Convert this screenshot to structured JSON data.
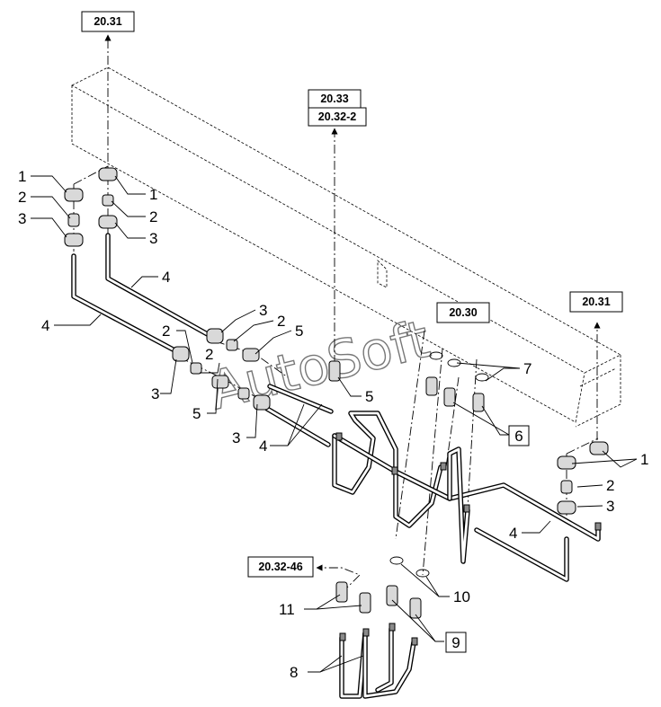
{
  "watermark": "AutoSoft",
  "references": {
    "top_left": "20.31",
    "center_a": "20.33",
    "center_b": "20.32-2",
    "middle": "20.30",
    "right": "20.31",
    "bottom": "20.32-46"
  },
  "callouts": {
    "l1": "1",
    "l2": "2",
    "l3": "3",
    "r1": "1",
    "r2": "2",
    "r3": "3",
    "pipe4_left": "4",
    "pipe4_top": "4",
    "c3_top": "3",
    "c2_top": "2",
    "c5_top": "5",
    "c2_mid": "2",
    "c3_mid": "3",
    "c5_mid": "5",
    "c2_low": "2",
    "c5_low": "5",
    "c3_low": "3",
    "pipe4_low": "4",
    "c7": "7",
    "c6": "6",
    "rr1": "1",
    "rr2": "2",
    "rr3": "3",
    "pipe4_right": "4",
    "c10": "10",
    "c11": "11",
    "c9": "9",
    "c8": "8"
  }
}
